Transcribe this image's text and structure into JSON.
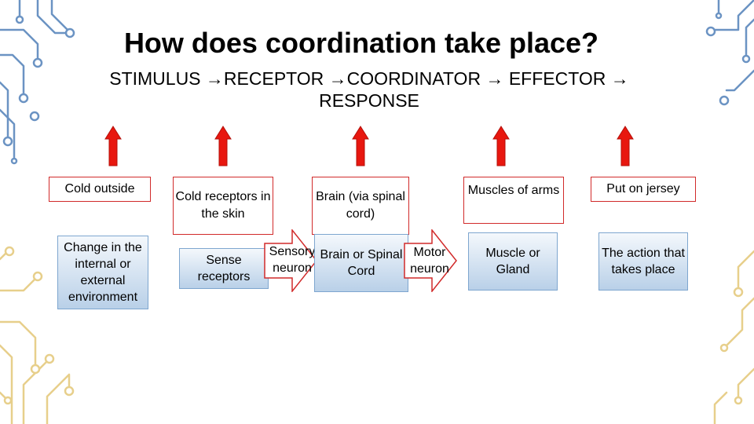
{
  "title": "How does coordination take place?",
  "subtitle": {
    "line1": "STIMULUS →RECEPTOR →COORDINATOR → EFFECTOR →",
    "line2": "RESPONSE"
  },
  "example_row": [
    "Cold outside",
    "Cold receptors in the skin",
    "Brain (via spinal cord)",
    "Muscles of arms",
    "Put on jersey"
  ],
  "definition_row": [
    "Change in the internal or external environment",
    "Sense receptors",
    "Brain or Spinal Cord",
    "Muscle or Gland",
    "The action that takes place"
  ],
  "connectors": {
    "sensory": "Sensory neuron",
    "motor": "Motor neuron"
  },
  "colors": {
    "arrow_red": "#e8170f",
    "box_border": "#d12a2a",
    "box_gradient_top": "#f4f8fc",
    "box_gradient_bottom": "#b9d0e8",
    "circuit_blue": "#5b86b8",
    "circuit_yellow": "#ead393"
  }
}
